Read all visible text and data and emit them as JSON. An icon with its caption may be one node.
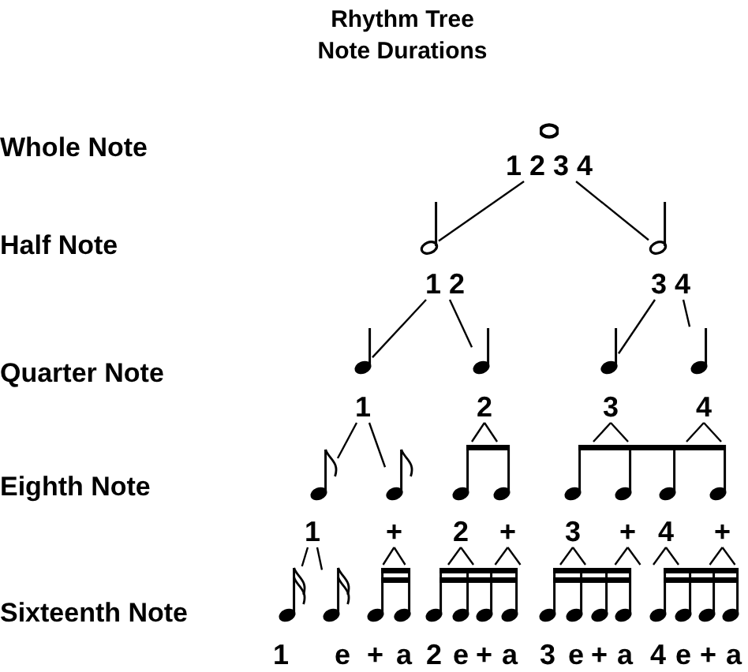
{
  "diagram": {
    "title": "Rhythm Tree Note Durations",
    "nodes": [
      {
        "text": [
          "1 2 3 4"
        ]
      },
      {
        "text": [
          "1 2"
        ]
      },
      {
        "text": [
          "3 4"
        ]
      },
      {
        "text": [
          "1"
        ]
      },
      {
        "text": [
          "2"
        ]
      },
      {
        "text": [
          "3"
        ]
      },
      {
        "text": [
          "4"
        ]
      },
      {
        "text": [
          "1"
        ]
      },
      {
        "text": [
          "+"
        ]
      },
      {
        "text": [
          "2"
        ]
      },
      {
        "text": [
          "+"
        ]
      },
      {
        "text": [
          "3"
        ]
      },
      {
        "text": [
          "+"
        ]
      },
      {
        "text": [
          "4"
        ]
      },
      {
        "text": [
          "+"
        ]
      },
      {
        "text": [],
        "shape": "note"
      },
      {
        "text": [],
        "shape": "note"
      },
      {
        "text": [],
        "shape": "note"
      },
      {
        "text": [],
        "shape": "note"
      },
      {
        "text": [],
        "shape": "note"
      },
      {
        "text": [],
        "shape": "note"
      },
      {
        "text": [],
        "shape": "note"
      },
      {
        "text": [],
        "shape": "note"
      },
      {
        "text": [],
        "shape": "note"
      },
      {
        "text": [],
        "shape": "note"
      },
      {
        "text": [],
        "shape": "note"
      },
      {
        "text": [],
        "shape": "note"
      },
      {
        "text": [],
        "shape": "note"
      },
      {
        "text": [],
        "shape": "note"
      },
      {
        "text": [],
        "shape": "note"
      },
      {
        "text": [],
        "shape": "note"
      },
      {
        "text": [],
        "shape": "note"
      }
    ],
    "edges": [
      {
        "from": 0,
        "to": 16,
        "arrow": "none"
      },
      {
        "from": 0,
        "to": 17,
        "arrow": "none"
      },
      {
        "from": 1,
        "to": 18,
        "arrow": "none"
      },
      {
        "from": 1,
        "to": 19,
        "arrow": "none"
      },
      {
        "from": 2,
        "to": 20,
        "arrow": "none"
      },
      {
        "from": 2,
        "to": 21,
        "arrow": "none"
      },
      {
        "from": 3,
        "to": 22,
        "arrow": "none"
      },
      {
        "from": 3,
        "to": 23,
        "arrow": "none"
      },
      {
        "from": 4,
        "to": 24,
        "arrow": "none"
      },
      {
        "from": 5,
        "to": 25,
        "arrow": "none"
      },
      {
        "from": 6,
        "to": 25,
        "arrow": "none"
      },
      {
        "from": 7,
        "to": 26,
        "arrow": "none"
      },
      {
        "from": 7,
        "to": 27,
        "arrow": "none"
      },
      {
        "from": 8,
        "to": 28,
        "arrow": "none"
      },
      {
        "from": 9,
        "to": 29,
        "arrow": "none"
      },
      {
        "from": 10,
        "to": 29,
        "arrow": "none"
      },
      {
        "from": 11,
        "to": 30,
        "arrow": "none"
      },
      {
        "from": 12,
        "to": 30,
        "arrow": "none"
      },
      {
        "from": 13,
        "to": 31,
        "arrow": "none"
      },
      {
        "from": 14,
        "to": 31,
        "arrow": "none"
      }
    ],
    "labels": [
      "Whole Note",
      "Half Note",
      "Quarter Note",
      "Eighth Note",
      "Sixteenth Note",
      "1",
      "e",
      "+",
      "a",
      "2",
      "e",
      "+",
      "a",
      "3",
      "e",
      "+",
      "a",
      "4",
      "e",
      "+",
      "a"
    ]
  }
}
